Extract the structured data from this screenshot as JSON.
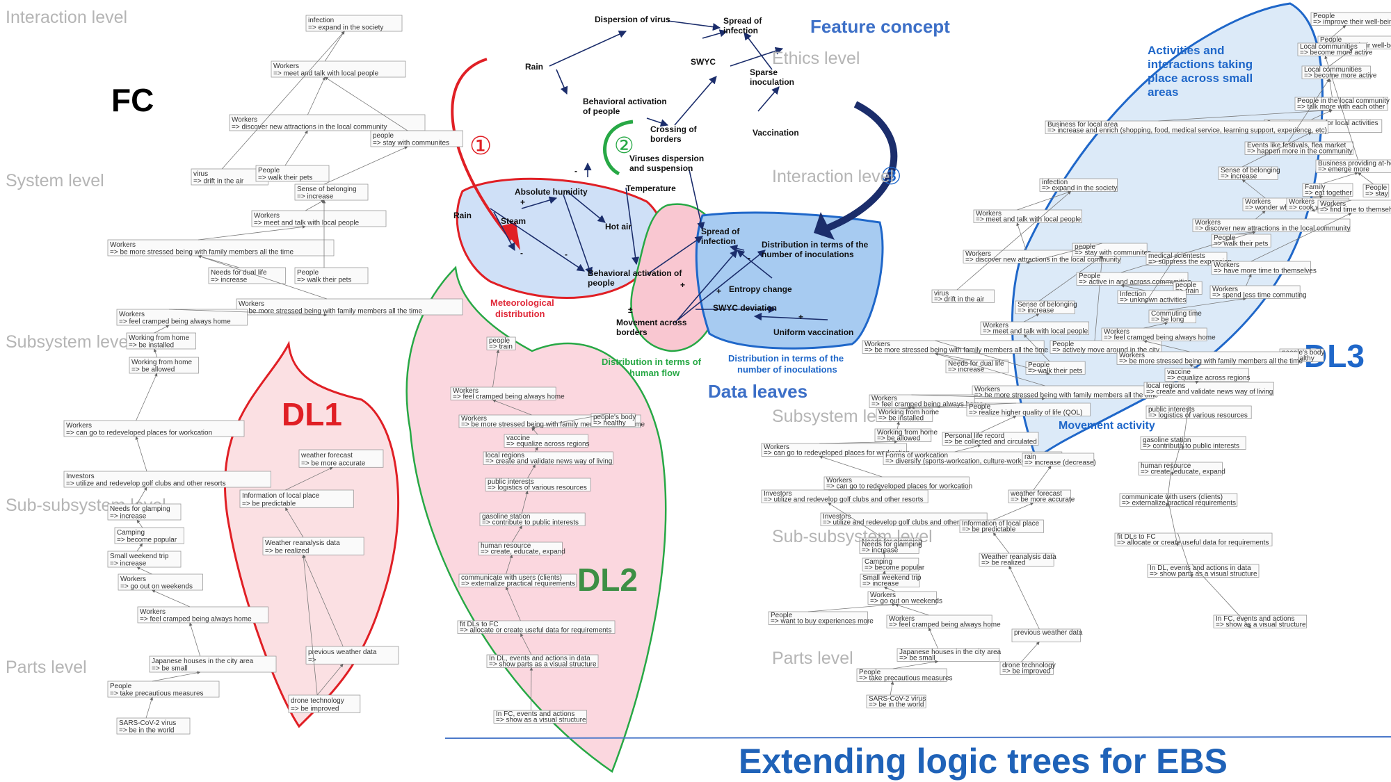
{
  "title": "Extending logic trees for EBS",
  "labels": {
    "fc": "FC",
    "dl1": "DL1",
    "dl2": "DL2",
    "dl3": "DL3",
    "feature_concept": "Feature concept",
    "data_leaves": "Data leaves",
    "activities": "Activities and interactions taking place across small areas",
    "movement_activity": "Movement activity",
    "meteorological": "Meteorological distribution",
    "human_flow": "Distribution in terms of human flow",
    "inoculations": "Distribution in terms of the number of inoculations"
  },
  "markers": [
    "①",
    "②",
    "③"
  ],
  "levels_left": [
    "Interaction level",
    "System level",
    "Subsystem level",
    "Sub-subsystem level",
    "Parts level"
  ],
  "levels_middle": [
    "Ethics level",
    "Interaction level",
    "Subsystem level",
    "Sub-subsystem level",
    "Parts level"
  ],
  "concept_nodes": [
    "Dispersion of virus",
    "Spread of infection",
    "Rain",
    "SWYC",
    "Sparse inoculation",
    "Behavioral activation of people",
    "Crossing of borders",
    "Vaccination",
    "Viruses dispersion and suspension",
    "Absolute humidity",
    "Temperature",
    "Rain",
    "Steam",
    "Hot air",
    "Behavioral activation of people",
    "Spread of infection",
    "Distribution in terms of the number of inoculations",
    "Entropy change",
    "SWYC deviation",
    "Movement across borders",
    "Uniform vaccination"
  ],
  "signs": [
    "+",
    "-",
    "-",
    "-",
    "-",
    "+",
    "+",
    "+",
    "±"
  ],
  "fc_nodes": [
    {
      "a": "infection",
      "b": "=> expand in the society"
    },
    {
      "a": "Workers",
      "b": "=> meet and talk with local people"
    },
    {
      "a": "Workers",
      "b": "=> discover new attractions in the local community"
    },
    {
      "a": "people",
      "b": "=> stay with communites"
    },
    {
      "a": "virus",
      "b": "=> drift in the air"
    },
    {
      "a": "People",
      "b": "=> walk their pets"
    },
    {
      "a": "Sense of belonging",
      "b": "=> increase"
    },
    {
      "a": "Workers",
      "b": "=> meet and talk with local people"
    },
    {
      "a": "Workers",
      "b": "=> be more stressed being with family members all the time"
    },
    {
      "a": "Needs for dual life",
      "b": "=> increase"
    },
    {
      "a": "People",
      "b": "=> walk their pets"
    },
    {
      "a": "Workers",
      "b": "=> be more stressed being with family members all the time"
    },
    {
      "a": "Workers",
      "b": "=> feel cramped being always home"
    },
    {
      "a": "Working from home",
      "b": "=> be installed"
    },
    {
      "a": "Working from home",
      "b": "=> be allowed"
    },
    {
      "a": "Workers",
      "b": "=> can go to redeveloped places for workcation"
    },
    {
      "a": "Investors",
      "b": "=> utilize and redevelop golf clubs and other resorts"
    },
    {
      "a": "Needs for glamping",
      "b": "=> increase"
    },
    {
      "a": "Camping",
      "b": "=> become popular"
    },
    {
      "a": "Small weekend trip",
      "b": "=> increase"
    },
    {
      "a": "Workers",
      "b": "=> go out on weekends"
    },
    {
      "a": "Workers",
      "b": "=> feel cramped being always home"
    },
    {
      "a": "Japanese houses in the city area",
      "b": "=> be small"
    },
    {
      "a": "People",
      "b": "=> take precautious measures"
    },
    {
      "a": "SARS-CoV-2 virus",
      "b": "=> be in the world"
    }
  ],
  "dl1_nodes": [
    {
      "a": "weather forecast",
      "b": "=> be more accurate"
    },
    {
      "a": "Information of local place",
      "b": "=> be predictable"
    },
    {
      "a": "Weather reanalysis data",
      "b": "=> be realized"
    },
    {
      "a": "previous weather data",
      "b": "=>"
    },
    {
      "a": "drone technology",
      "b": "=> be improved"
    }
  ],
  "dl2_nodes": [
    {
      "a": "people",
      "b": "=> train"
    },
    {
      "a": "Workers",
      "b": "=> feel cramped being always home"
    },
    {
      "a": "Workers",
      "b": "=> be more stressed being with family members all the time"
    },
    {
      "a": "people's body",
      "b": "=> healthy"
    },
    {
      "a": "vaccine",
      "b": "=> equalize across regions"
    },
    {
      "a": "local regions",
      "b": "=> create and validate news way of living"
    },
    {
      "a": "public interests",
      "b": "=> logistics of various resources"
    },
    {
      "a": "gasoline station",
      "b": "=> contribute to public interests"
    },
    {
      "a": "human resource",
      "b": "=> create, educate, expand"
    },
    {
      "a": "communicate with users (clients)",
      "b": "=> externalize practical requirements"
    },
    {
      "a": "fit DLs to FC",
      "b": "=> allocate or create useful data for requirements"
    },
    {
      "a": "In DL, events and actions in data",
      "b": "=> show parts as a visual structure"
    },
    {
      "a": "In FC, events and actions",
      "b": "=> show as a visual structure"
    }
  ],
  "right_nodes": [
    {
      "a": "infection",
      "b": "=> expand in the society"
    },
    {
      "a": "Workers",
      "b": "=> meet and talk with local people"
    },
    {
      "a": "Workers",
      "b": "=> discover new attractions in the local community"
    },
    {
      "a": "people",
      "b": "=> stay with communites"
    },
    {
      "a": "People",
      "b": "=> actively move around in the city"
    },
    {
      "a": "virus",
      "b": "=> drift in the air"
    },
    {
      "a": "Sense of belonging",
      "b": "=> increase"
    },
    {
      "a": "Workers",
      "b": "=> meet and talk with local people"
    },
    {
      "a": "People",
      "b": "=> walk their pets"
    },
    {
      "a": "Workers",
      "b": "=> be more stressed being with family members all the time"
    },
    {
      "a": "Needs for dual life",
      "b": "=> increase"
    },
    {
      "a": "Workers",
      "b": "=> be more stressed being with family members all the time"
    },
    {
      "a": "Workers",
      "b": "=> feel cramped being always home"
    },
    {
      "a": "People",
      "b": "=> realize higher quality of life (QOL)"
    },
    {
      "a": "Working from home",
      "b": "=> be installed"
    },
    {
      "a": "Working from home",
      "b": "=> be allowed"
    },
    {
      "a": "Personal life record",
      "b": "=> be collected and circulated"
    },
    {
      "a": "Workers",
      "b": "=> can go to redeveloped places for workcation"
    },
    {
      "a": "Forms of workcation",
      "b": "=> diversify (sports-workcation, culture-workcation, etc)"
    },
    {
      "a": "rain",
      "b": "=> increase (decrease)"
    },
    {
      "a": "Workers",
      "b": "=> can go to redeveloped places for workcation"
    },
    {
      "a": "Investors",
      "b": "=> utilize and redevelop golf clubs and other resorts"
    },
    {
      "a": "Investors",
      "b": "=> utilize and redevelop golf clubs and other resorts"
    },
    {
      "a": "weather forecast",
      "b": "=> be more accurate"
    },
    {
      "a": "Information of local place",
      "b": "=> be predictable"
    },
    {
      "a": "Needs for glamping",
      "b": "=> increase"
    },
    {
      "a": "Camping",
      "b": "=> become popular"
    },
    {
      "a": "Weather reanalysis data",
      "b": "=> be realized"
    },
    {
      "a": "Needs for glamping",
      "b": "=> increase"
    },
    {
      "a": "Small weekend trip",
      "b": "=> increase"
    },
    {
      "a": "Workers",
      "b": "=> go out on weekends"
    },
    {
      "a": "People",
      "b": "=> want to buy experiences more"
    },
    {
      "a": "Workers",
      "b": "=> feel cramped being always home"
    },
    {
      "a": "previous weather data",
      "b": ""
    },
    {
      "a": "Japanese houses in the city area",
      "b": "=> be small"
    },
    {
      "a": "drone technology",
      "b": "=> be improved"
    },
    {
      "a": "People",
      "b": "=> take precautious measures"
    },
    {
      "a": "SARS-CoV-2 virus",
      "b": "=> be in the world"
    },
    {
      "a": "public interests",
      "b": "=> logistics of various resources"
    },
    {
      "a": "gasoline station",
      "b": "=> contribute to public interests"
    },
    {
      "a": "human resource",
      "b": "=> create, educate, expand"
    },
    {
      "a": "communicate with users (clients)",
      "b": "=> externalize practical requirements"
    },
    {
      "a": "fit DLs to FC",
      "b": "=> allocate or create useful data for requirements"
    },
    {
      "a": "In DL, events and actions in data",
      "b": "=> show parts as a visual structure"
    },
    {
      "a": "In FC, events and actions",
      "b": "=> show as a visual structure"
    },
    {
      "a": "people's body",
      "b": "=> healthy"
    }
  ],
  "dl3_nodes": [
    {
      "a": "People",
      "b": "=> improve their well-being"
    },
    {
      "a": "People",
      "b": "=> improve their well-being"
    },
    {
      "a": "Local communities",
      "b": "=> become more active"
    },
    {
      "a": "Local communities",
      "b": "=> become more active"
    },
    {
      "a": "People in the local community",
      "b": "=> talk more with each other"
    },
    {
      "a": "Support measures for local activities",
      "b": "=> increase"
    },
    {
      "a": "Business for local area",
      "b": "=> increase and enrich (shopping, food, medical service, learning support, experience, etc)"
    },
    {
      "a": "Events like festivals, flea market",
      "b": "=> happen more in the community"
    },
    {
      "a": "Business providing at-home eating",
      "b": "=> emerge more"
    },
    {
      "a": "Sense of belonging",
      "b": "=> increase"
    },
    {
      "a": "Family",
      "b": "=> eat together"
    },
    {
      "a": "People",
      "b": "=> stay"
    },
    {
      "a": "Workers",
      "b": "=> wonder what to"
    },
    {
      "a": "Workers",
      "b": "=> cook with family"
    },
    {
      "a": "Workers",
      "b": "=> find time to themselves"
    },
    {
      "a": "Workers",
      "b": "=> discover new attractions in the local community"
    },
    {
      "a": "People",
      "b": "=> walk their pets"
    },
    {
      "a": "medical scientests",
      "b": "=> suppress the expansion"
    },
    {
      "a": "Workers",
      "b": "=> have more time to themselves"
    },
    {
      "a": "People",
      "b": "=> active in and across communities"
    },
    {
      "a": "people",
      "b": "=> train"
    },
    {
      "a": "Workers",
      "b": "=> spend less time commuting"
    },
    {
      "a": "Infection",
      "b": "=> unknown activities"
    },
    {
      "a": "Commuting time",
      "b": "=> be long"
    },
    {
      "a": "Workers",
      "b": "=> feel cramped being always home"
    },
    {
      "a": "Workers",
      "b": "=> be more stressed being with family members all the time"
    },
    {
      "a": "vaccine",
      "b": "=> equalize across regions"
    },
    {
      "a": "local regions",
      "b": "=> create and validate news way of living"
    }
  ]
}
